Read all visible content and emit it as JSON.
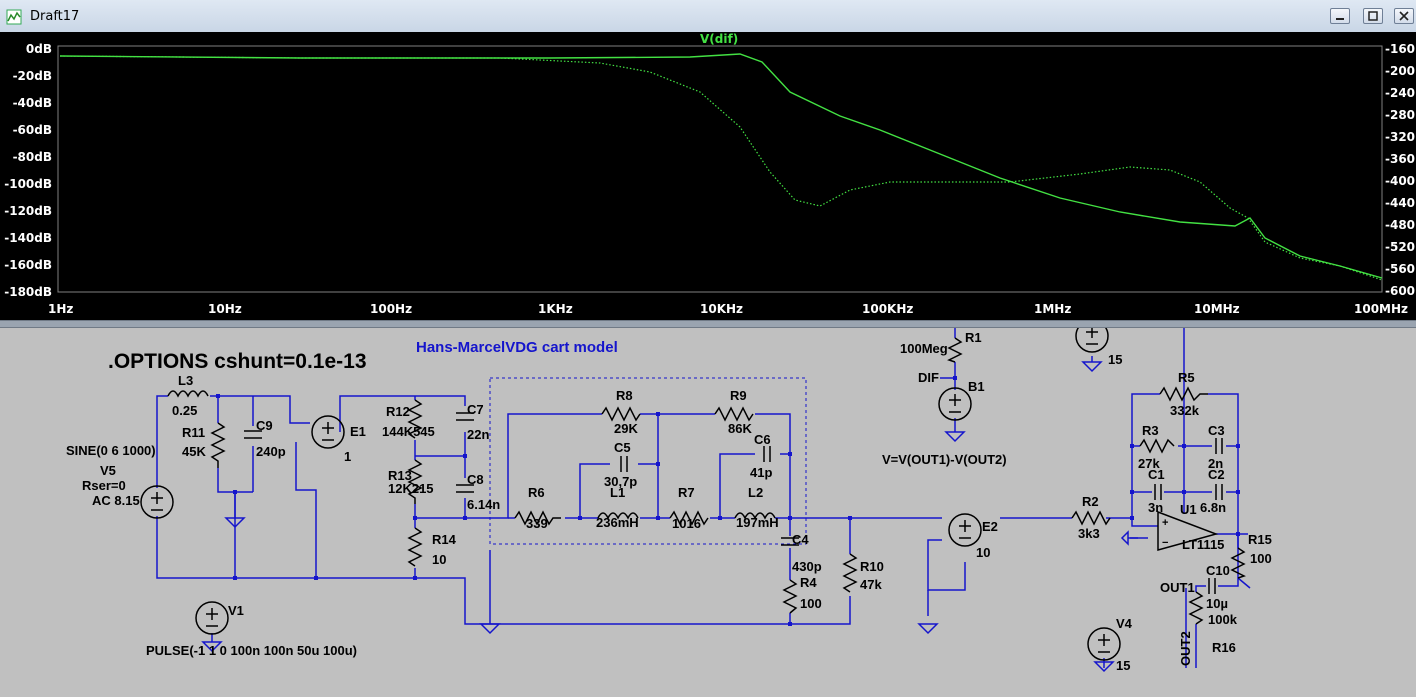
{
  "window": {
    "title": "Draft17"
  },
  "plot": {
    "trace_label": "V(dif)",
    "y_left_ticks": [
      "0dB",
      "-20dB",
      "-40dB",
      "-60dB",
      "-80dB",
      "-100dB",
      "-120dB",
      "-140dB",
      "-160dB",
      "-180dB"
    ],
    "y_right_ticks": [
      "-160°",
      "-200°",
      "-240°",
      "-280°",
      "-320°",
      "-360°",
      "-400°",
      "-440°",
      "-480°",
      "-520°",
      "-560°",
      "-600°"
    ],
    "x_ticks": [
      "1Hz",
      "10Hz",
      "100Hz",
      "1KHz",
      "10KHz",
      "100KHz",
      "1MHz",
      "10MHz",
      "100MHz"
    ],
    "trace_color": "#43e143"
  },
  "schematic": {
    "options": ".OPTIONS cshunt=0.1e-13",
    "title": "Hans-MarcelVDG cart model",
    "v5": {
      "name": "V5",
      "line1": "SINE(0 6 1000)",
      "line2": "Rser=0",
      "line3": "AC 8.15"
    },
    "v1": {
      "name": "V1",
      "spec": "PULSE(-1 1 0 100n 100n 50u 100u)"
    },
    "l3": {
      "name": "L3",
      "value": "0.25"
    },
    "r11": {
      "name": "R11",
      "value": "45K"
    },
    "c9": {
      "name": "C9",
      "value": "240p"
    },
    "e1": {
      "name": "E1",
      "value": "1"
    },
    "r12": {
      "name": "R12",
      "value": "144K545"
    },
    "c7": {
      "name": "C7",
      "value": "22n"
    },
    "r13": {
      "name": "R13",
      "value": "12K215"
    },
    "c8": {
      "name": "C8",
      "value": "6.14n"
    },
    "r14": {
      "name": "R14",
      "value": "10"
    },
    "r8": {
      "name": "R8",
      "value": "29K"
    },
    "r9": {
      "name": "R9",
      "value": "86K"
    },
    "c5": {
      "name": "C5",
      "value": "30,7p"
    },
    "c6": {
      "name": "C6",
      "value": "41p"
    },
    "r6": {
      "name": "R6",
      "value": "339"
    },
    "l1": {
      "name": "L1",
      "value": "236mH"
    },
    "r7": {
      "name": "R7",
      "value": "1016"
    },
    "l2": {
      "name": "L2",
      "value": "197mH"
    },
    "c4": {
      "name": "C4",
      "value": "430p"
    },
    "r4": {
      "name": "R4",
      "value": "100"
    },
    "r10": {
      "name": "R10",
      "value": "47k"
    },
    "r1": {
      "name": "R1",
      "value": "100Meg"
    },
    "dif": "DIF",
    "b1": {
      "name": "B1",
      "expr": "V=V(OUT1)-V(OUT2)"
    },
    "e2": {
      "name": "E2",
      "value": "10"
    },
    "r2": {
      "name": "R2",
      "value": "3k3"
    },
    "r5": {
      "name": "R5",
      "value": "332k"
    },
    "r3": {
      "name": "R3",
      "value": "27k"
    },
    "c3": {
      "name": "C3",
      "value": "2n"
    },
    "c1": {
      "name": "C1",
      "value": "3n"
    },
    "c2": {
      "name": "C2",
      "value": "6.8n"
    },
    "u1": {
      "name": "U1",
      "part": "LT1115"
    },
    "r15": {
      "name": "R15",
      "value": "100"
    },
    "c10": {
      "name": "C10",
      "value": "10µ"
    },
    "out1": "OUT1",
    "out2": "OUT2",
    "r16": {
      "name": "R16",
      "value": "100k"
    },
    "v4": {
      "name": "V4",
      "value": "15"
    },
    "vtop": {
      "value": "15"
    }
  }
}
